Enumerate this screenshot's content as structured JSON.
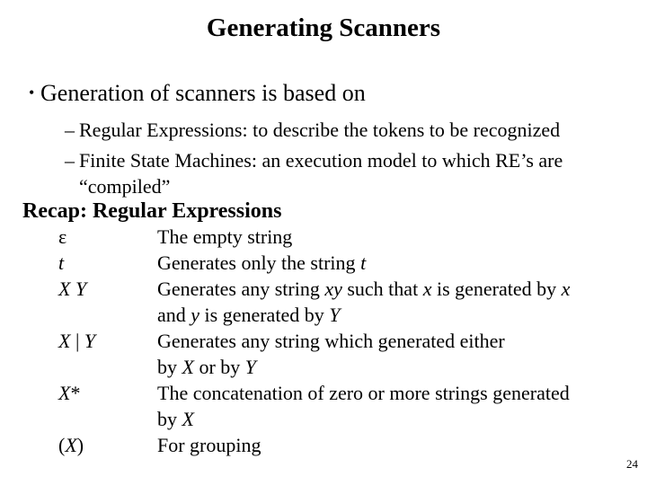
{
  "slide": {
    "title": "Generating Scanners",
    "page_number": "24"
  },
  "content": {
    "bullet": {
      "marker": "•",
      "text": "Generation of scanners is based on"
    },
    "sub_bullets": [
      {
        "marker": "–",
        "text": "Regular Expressions: to describe the tokens to be recognized"
      },
      {
        "marker": "–",
        "text": "Finite State Machines: an execution model to which RE’s are “compiled”"
      }
    ],
    "recap_heading": "Recap: Regular Expressions",
    "regex_table": {
      "rows": [
        {
          "symbol": [
            {
              "t": "ε",
              "i": false
            }
          ],
          "desc": [
            [
              {
                "t": "The empty string",
                "i": false
              }
            ]
          ]
        },
        {
          "symbol": [
            {
              "t": "t",
              "i": true
            }
          ],
          "desc": [
            [
              {
                "t": "Generates only the string ",
                "i": false
              },
              {
                "t": "t",
                "i": true
              }
            ]
          ]
        },
        {
          "symbol": [
            {
              "t": "X Y",
              "i": true
            }
          ],
          "desc": [
            [
              {
                "t": "Generates any string ",
                "i": false
              },
              {
                "t": "xy",
                "i": true
              },
              {
                "t": " such that ",
                "i": false
              },
              {
                "t": "x",
                "i": true
              },
              {
                "t": " is generated by ",
                "i": false
              },
              {
                "t": "x",
                "i": true
              }
            ],
            [
              {
                "t": "and ",
                "i": false
              },
              {
                "t": "y",
                "i": true
              },
              {
                "t": " is generated by ",
                "i": false
              },
              {
                "t": "Y",
                "i": true
              }
            ]
          ]
        },
        {
          "symbol": [
            {
              "t": "X",
              "i": true
            },
            {
              "t": " | ",
              "i": false
            },
            {
              "t": "Y",
              "i": true
            }
          ],
          "desc": [
            [
              {
                "t": "Generates any string which generated either",
                "i": false
              }
            ],
            [
              {
                "t": "by ",
                "i": false
              },
              {
                "t": "X",
                "i": true
              },
              {
                "t": " or by ",
                "i": false
              },
              {
                "t": "Y",
                "i": true
              }
            ]
          ]
        },
        {
          "symbol": [
            {
              "t": "X",
              "i": true
            },
            {
              "t": "*",
              "i": false
            }
          ],
          "desc": [
            [
              {
                "t": "The concatenation of zero or more strings generated",
                "i": false
              }
            ],
            [
              {
                "t": "by ",
                "i": false
              },
              {
                "t": "X",
                "i": true
              }
            ]
          ]
        },
        {
          "symbol": [
            {
              "t": "(",
              "i": false
            },
            {
              "t": "X",
              "i": true
            },
            {
              "t": ")",
              "i": false
            }
          ],
          "desc": [
            [
              {
                "t": "For grouping",
                "i": false
              }
            ]
          ]
        }
      ]
    }
  }
}
